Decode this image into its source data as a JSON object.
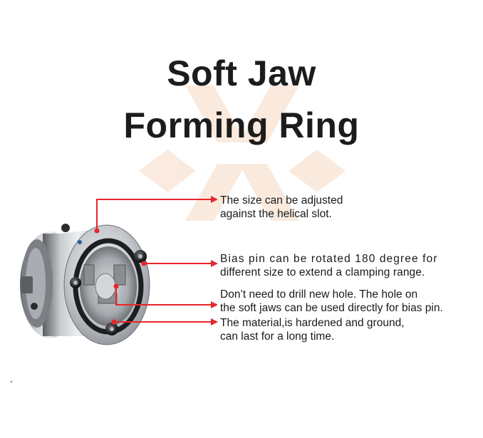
{
  "title": {
    "line1": "Soft Jaw",
    "line2": "Forming Ring"
  },
  "callouts": [
    {
      "line1": "The size can be adjusted",
      "line2": "against the helical slot."
    },
    {
      "line1": "Bias pin can be rotated 180 degree for",
      "line2": "different size to extend a clamping range."
    },
    {
      "line1": "Don’t need to drill new hole. The hole on",
      "line2": "the soft jaws can be used directly for bias pin."
    },
    {
      "line1": "The material,is hardened and ground,",
      "line2": "can last for a long time."
    }
  ],
  "colors": {
    "callout_line": "#e8262d",
    "title": "#1c1c1c",
    "watermark": "#f7d9c4"
  }
}
